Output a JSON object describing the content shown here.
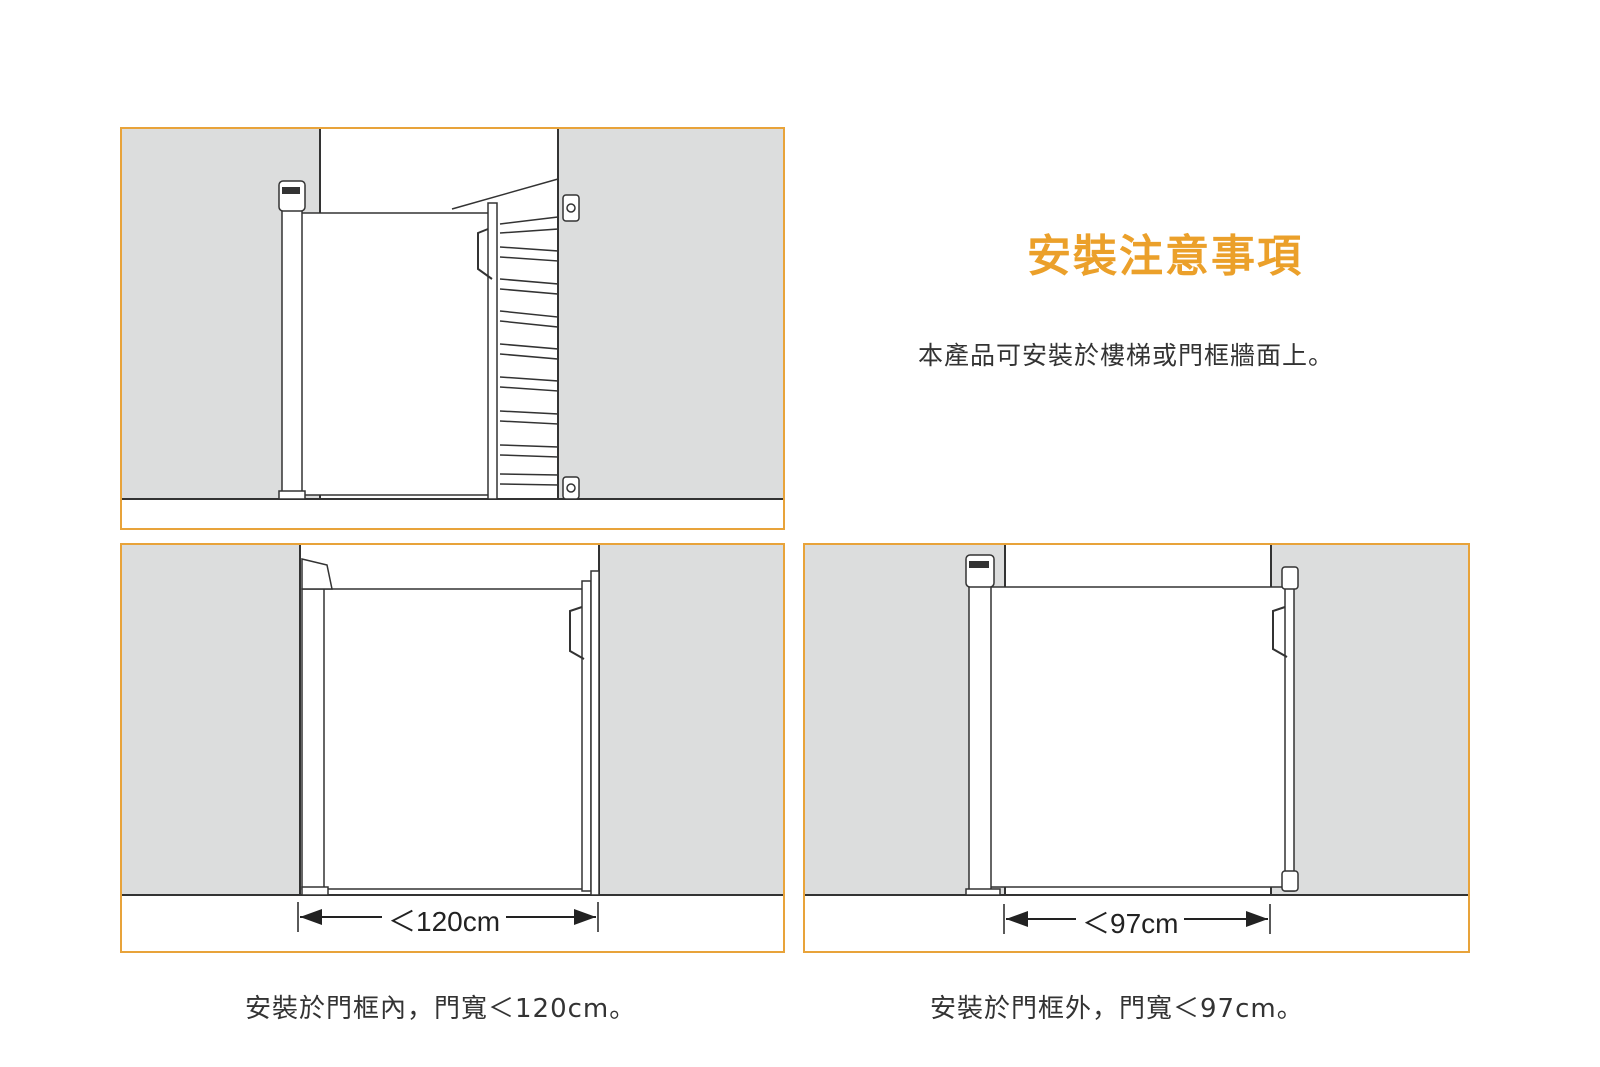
{
  "heading": "安裝注意事項",
  "intro": "本產品可安裝於樓梯或門框牆面上。",
  "captions": {
    "inside": "安裝於門框內，門寬＜120cm。",
    "outside": "安裝於門框外，門寬＜97cm。"
  },
  "dimensions": {
    "inside": "＜120cm",
    "outside": "＜97cm"
  },
  "colors": {
    "accent": "#eba02a",
    "frame": "#e8a33a",
    "wall": "#dcdddd",
    "line": "#333333"
  }
}
